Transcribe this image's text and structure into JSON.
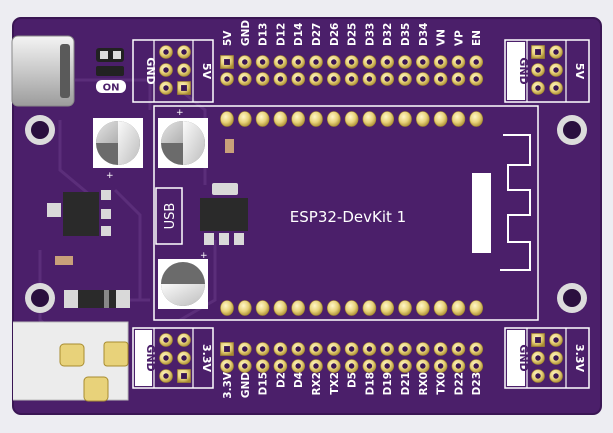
{
  "board": {
    "name": "ESP32-DevKit 1",
    "usb_label": "USB",
    "on_label": "ON",
    "top_header": {
      "pins": [
        "5V",
        "GND",
        "D13",
        "D12",
        "D14",
        "D27",
        "D26",
        "D25",
        "D33",
        "D32",
        "D35",
        "D34",
        "VN",
        "VP",
        "EN"
      ]
    },
    "bottom_header": {
      "pins": [
        "3.3V",
        "GND",
        "D15",
        "D2",
        "D4",
        "RX2",
        "TX2",
        "D5",
        "D18",
        "D19",
        "D21",
        "RX0",
        "TX0",
        "D22",
        "D23"
      ]
    },
    "power_blocks": {
      "top_left": {
        "gnd": "GND",
        "volt": "5V"
      },
      "top_right": {
        "gnd": "GND",
        "volt": "5V"
      },
      "bottom_left": {
        "gnd": "GND",
        "volt": "3.3V"
      },
      "bottom_right": {
        "gnd": "GND",
        "volt": "3.3V"
      }
    }
  },
  "colors": {
    "background": "#ededf2",
    "pcb": "#4b1f6a",
    "pcb_trace": "#5b2e7a",
    "silkscreen": "#ffffff",
    "pad_gold": "#e8d27a",
    "pad_gold_dark": "#b59a3c",
    "hole": "#2a0f3e"
  }
}
